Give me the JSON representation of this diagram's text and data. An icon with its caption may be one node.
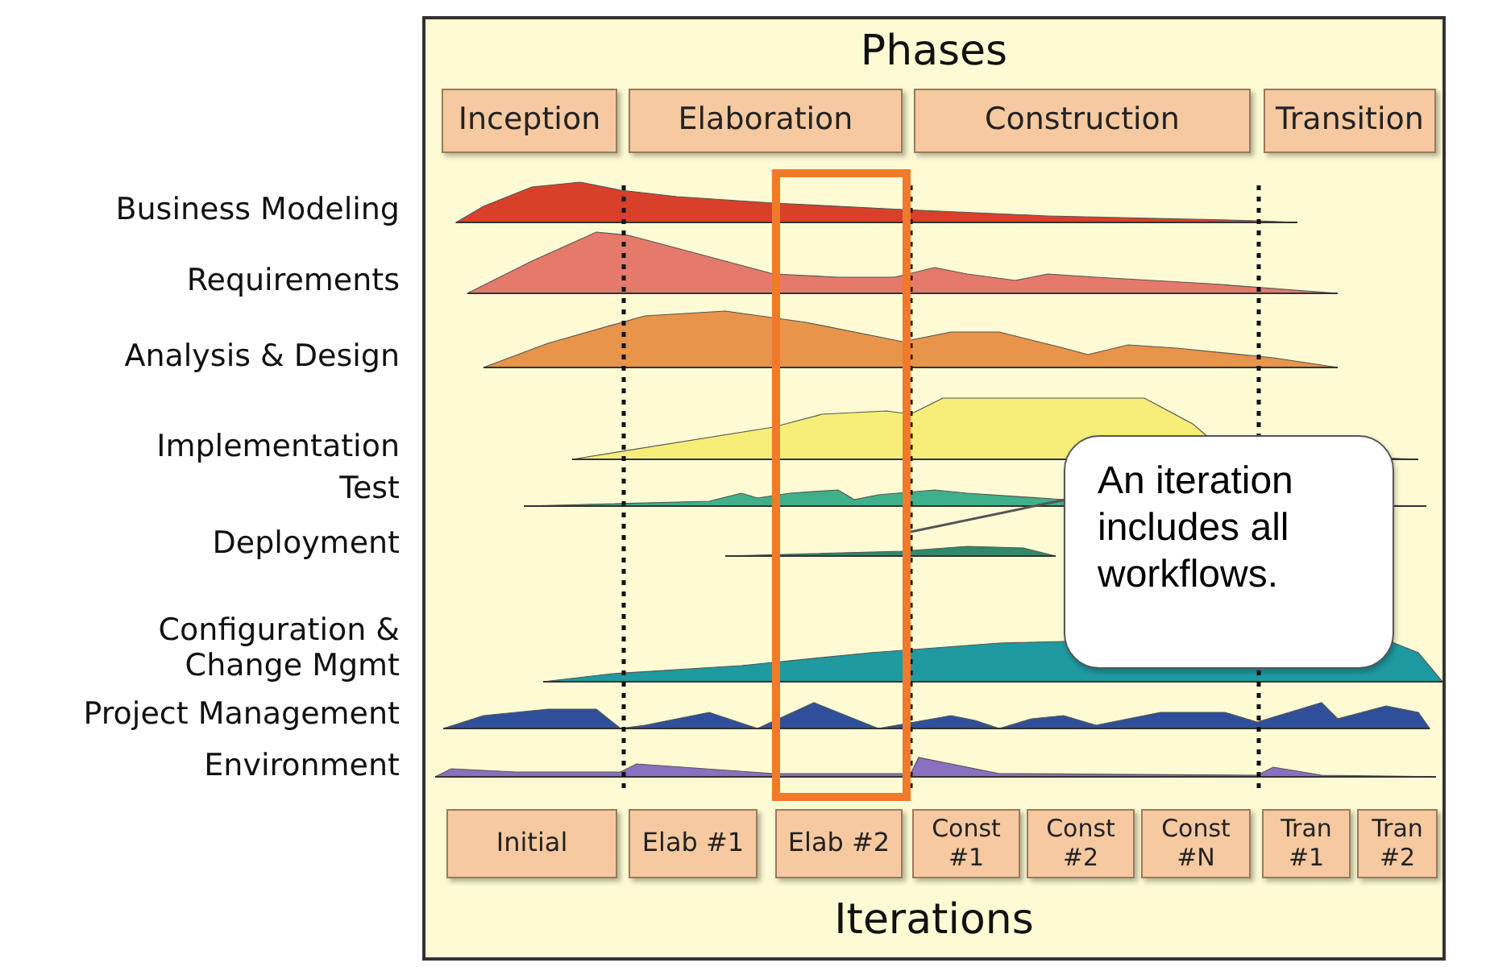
{
  "diagram": {
    "nodes": [
      {
        "text": [
          "Phases",
          "Iterations"
        ]
      },
      {
        "text": [
          "Inception"
        ],
        "in": 0
      },
      {
        "text": [
          "Elaboration"
        ],
        "in": 0
      },
      {
        "text": [
          "Construction"
        ],
        "in": 0
      },
      {
        "text": [
          "Transition"
        ],
        "in": 0
      },
      {
        "text": [
          "Initial"
        ],
        "in": 0
      },
      {
        "text": [
          "Elab #1"
        ],
        "in": 0
      },
      {
        "text": [
          "Elab #2"
        ],
        "in": 0
      },
      {
        "text": [
          "Const #1"
        ],
        "in": 0
      },
      {
        "text": [
          "Const #2"
        ],
        "in": 0
      },
      {
        "text": [
          "Const #N"
        ],
        "in": 0
      },
      {
        "text": [
          "Tran #1"
        ],
        "in": 0
      },
      {
        "text": [
          "Tran #2"
        ],
        "in": 0
      },
      {
        "text": [],
        "shape": "box",
        "in": 0
      },
      {
        "text": [
          "An iteration includes all workflows."
        ],
        "in": 0
      }
    ],
    "edges": [
      {
        "from": 14,
        "to": 13,
        "arrow": "none"
      }
    ],
    "labels": [
      "Business Modeling",
      "Requirements",
      "Analysis & Design",
      "Implementation",
      "Test",
      "Deployment",
      "Configuration & Change Mgmt",
      "Project Management",
      "Environment"
    ]
  }
}
